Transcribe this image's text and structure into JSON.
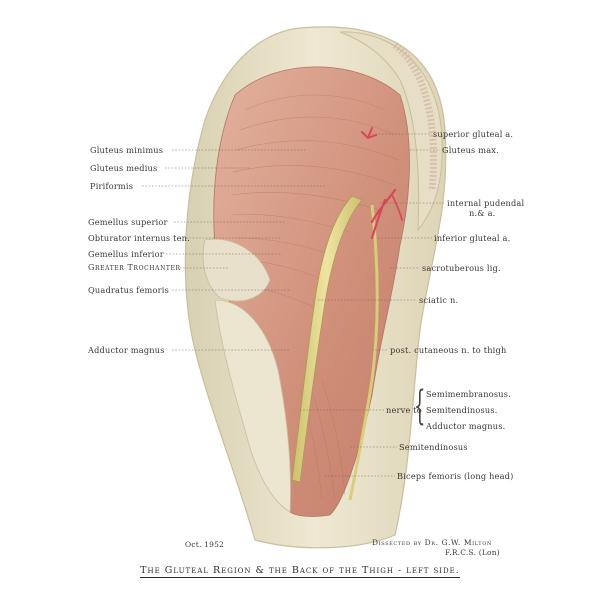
{
  "labels_left": {
    "gluteus_minimus": "Gluteus minimus",
    "gluteus_medius": "Gluteus medius",
    "piriformis": "Piriformis",
    "gemellus_superior": "Gemellus superior",
    "obturator_internus": "Obturator internus ten.",
    "gemellus_inferior": "Gemellus inferior",
    "greater_trochanter": "Greater Trochanter",
    "quadratus_femoris": "Quadratus femoris",
    "adductor_magnus": "Adductor magnus"
  },
  "labels_right": {
    "superior_gluteal": "superior gluteal a.",
    "gluteus_max": "Gluteus max.",
    "internal_pudendal_1": "internal pudendal",
    "internal_pudendal_2": "n.& a.",
    "inferior_gluteal": "inferior gluteal a.",
    "sacrotuberous": "sacrotuberous lig.",
    "sciatic": "sciatic n.",
    "post_cutaneous": "post. cutaneous n. to thigh",
    "nerve_to": "nerve to",
    "semimembranosus": "Semimembranosus.",
    "semitendinosus": "Semitendinosus.",
    "adductor_magnus": "Adductor magnus.",
    "semitendinosus_2": "Semitendinosus",
    "biceps_femoris": "Biceps femoris (long head)"
  },
  "footer": {
    "date": "Oct. 1952",
    "dissected_1": "Dissected by Dr. G.W. Milton",
    "dissected_2": "F.R.C.S. (Lon)",
    "title": "The Gluteal Region & the Back of the Thigh - left side."
  },
  "colors": {
    "skin": "#eae3cc",
    "muscle": "#d9a08b",
    "nerve": "#e2d78a",
    "artery": "#d9505e"
  }
}
